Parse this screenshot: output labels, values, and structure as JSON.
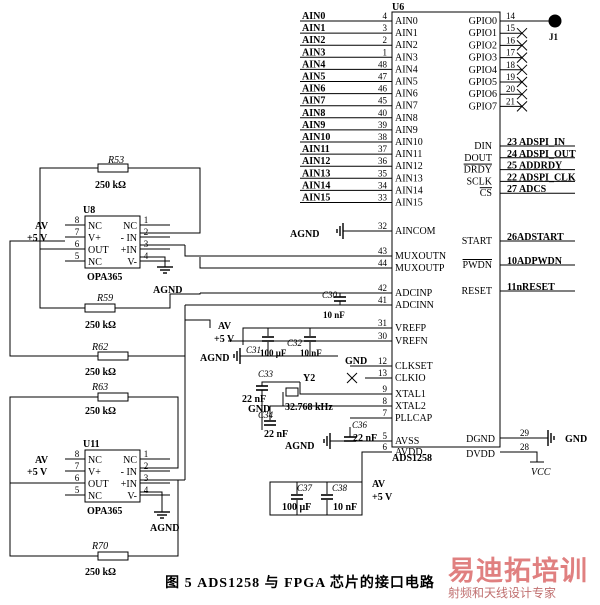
{
  "u6": {
    "ref": "U6",
    "part": "ADS1258",
    "ain_pins": [
      {
        "net": "AIN0",
        "num": "4",
        "label": "AIN0"
      },
      {
        "net": "AIN1",
        "num": "3",
        "label": "AIN1"
      },
      {
        "net": "AIN2",
        "num": "2",
        "label": "AIN2"
      },
      {
        "net": "AIN3",
        "num": "1",
        "label": "AIN3"
      },
      {
        "net": "AIN4",
        "num": "48",
        "label": "AIN4"
      },
      {
        "net": "AIN5",
        "num": "47",
        "label": "AIN5"
      },
      {
        "net": "AIN6",
        "num": "46",
        "label": "AIN6"
      },
      {
        "net": "AIN7",
        "num": "45",
        "label": "AIN7"
      },
      {
        "net": "AIN8",
        "num": "40",
        "label": "AIN8"
      },
      {
        "net": "AIN9",
        "num": "39",
        "label": "AIN9"
      },
      {
        "net": "AIN10",
        "num": "38",
        "label": "AIN10"
      },
      {
        "net": "AIN11",
        "num": "37",
        "label": "AIN11"
      },
      {
        "net": "AIN12",
        "num": "36",
        "label": "AIN12"
      },
      {
        "net": "AIN13",
        "num": "35",
        "label": "AIN13"
      },
      {
        "net": "AIN14",
        "num": "34",
        "label": "AIN14"
      },
      {
        "net": "AIN15",
        "num": "33",
        "label": "AIN15"
      }
    ],
    "left_pins": [
      {
        "label": "AINCOM",
        "num": "32",
        "net": "AGND"
      },
      {
        "label": "MUXOUTN",
        "num": "43",
        "net": ""
      },
      {
        "label": "MUXOUTP",
        "num": "44",
        "net": ""
      },
      {
        "label": "ADCINP",
        "num": "42",
        "net": ""
      },
      {
        "label": "ADCINN",
        "num": "41",
        "net": ""
      },
      {
        "label": "VREFP",
        "num": "31",
        "net": ""
      },
      {
        "label": "VREFN",
        "num": "30",
        "net": ""
      },
      {
        "label": "CLKSET",
        "num": "12",
        "net": "GND"
      },
      {
        "label": "CLKIO",
        "num": "13",
        "net": ""
      },
      {
        "label": "XTAL1",
        "num": "9",
        "net": ""
      },
      {
        "label": "XTAL2",
        "num": "8",
        "net": ""
      },
      {
        "label": "PLLCAP",
        "num": "7",
        "net": ""
      },
      {
        "label": "AVSS",
        "num": "5",
        "net": ""
      },
      {
        "label": "AVDD",
        "num": "6",
        "net": ""
      }
    ],
    "gpio_pins": [
      {
        "label": "GPIO0",
        "num": "14"
      },
      {
        "label": "GPIO1",
        "num": "15"
      },
      {
        "label": "GPIO2",
        "num": "16"
      },
      {
        "label": "GPIO3",
        "num": "17"
      },
      {
        "label": "GPIO4",
        "num": "18"
      },
      {
        "label": "GPIO5",
        "num": "19"
      },
      {
        "label": "GPIO6",
        "num": "20"
      },
      {
        "label": "GPIO7",
        "num": "21"
      }
    ],
    "j1": "J1",
    "spi_pins": [
      {
        "label": "DIN",
        "num": "23",
        "net": "ADSPI_IN"
      },
      {
        "label": "DOUT",
        "num": "24",
        "net": "ADSPI_OUT"
      },
      {
        "label": "DRDY",
        "num": "25",
        "net": "ADDRDY"
      },
      {
        "label": "SCLK",
        "num": "22",
        "net": "ADSPI_CLK"
      },
      {
        "label": "CS",
        "num": "27",
        "net": "ADCS"
      }
    ],
    "ctrl_pins": [
      {
        "label": "START",
        "num": "26",
        "net": "ADSTART"
      },
      {
        "label": "PWDN",
        "num": "10",
        "net": "ADPWDN"
      },
      {
        "label": "RESET",
        "num": "11",
        "net": "nRESET"
      }
    ],
    "power_pins": [
      {
        "label": "DGND",
        "num": "29",
        "net": "GND"
      },
      {
        "label": "DVDD",
        "num": "28",
        "net": "Vcc"
      }
    ]
  },
  "u8": {
    "ref": "U8",
    "part": "OPA365",
    "pins": [
      {
        "num": "8",
        "label": "NC"
      },
      {
        "num": "7",
        "label": "V+"
      },
      {
        "num": "6",
        "label": "OUT"
      },
      {
        "num": "5",
        "label": "NC"
      },
      {
        "num": "1",
        "label": "NC"
      },
      {
        "num": "2",
        "label": "- IN"
      },
      {
        "num": "3",
        "label": "+IN"
      },
      {
        "num": "4",
        "label": "V-"
      }
    ],
    "supply_labels": [
      "AV",
      "+5 V"
    ]
  },
  "u11": {
    "ref": "U11",
    "part": "OPA365",
    "pins": [
      {
        "num": "8",
        "label": "NC"
      },
      {
        "num": "7",
        "label": "V+"
      },
      {
        "num": "6",
        "label": "OUT"
      },
      {
        "num": "5",
        "label": "NC"
      },
      {
        "num": "1",
        "label": "NC"
      },
      {
        "num": "2",
        "label": "- IN"
      },
      {
        "num": "3",
        "label": "+IN"
      },
      {
        "num": "4",
        "label": "V-"
      }
    ],
    "supply_labels": [
      "AV",
      "+5 V"
    ],
    "gnd_label": "AGND"
  },
  "resistors": [
    {
      "ref": "R53",
      "value": "250 kΩ"
    },
    {
      "ref": "R59",
      "value": "250 kΩ"
    },
    {
      "ref": "R62",
      "value": "250 kΩ"
    },
    {
      "ref": "R63",
      "value": "250 kΩ"
    },
    {
      "ref": "R70",
      "value": "250 kΩ"
    }
  ],
  "capacitors": [
    {
      "ref": "C30",
      "value": "10 nF"
    },
    {
      "ref": "C31",
      "value": "100 μF"
    },
    {
      "ref": "C32",
      "value": "10 nF"
    },
    {
      "ref": "C33",
      "value": "22 nF"
    },
    {
      "ref": "C34",
      "value": "22 nF"
    },
    {
      "ref": "C36",
      "value": "22 nF"
    },
    {
      "ref": "C37",
      "value": "100 μF"
    },
    {
      "ref": "C38",
      "value": "10 nF"
    }
  ],
  "crystal": {
    "ref": "Y2",
    "value": "32.768 kHz"
  },
  "net_labels": {
    "agnd": "AGND",
    "av": "AV",
    "p5v": "+5 V",
    "gnd": "GND",
    "vcc": "VCC",
    "agnd2": "AGND"
  },
  "caption": "图 5   ADS1258 与 FPGA 芯片的接口电路",
  "watermark": {
    "line1": "易迪拓培训",
    "line2": "射频和天线设计专家"
  }
}
